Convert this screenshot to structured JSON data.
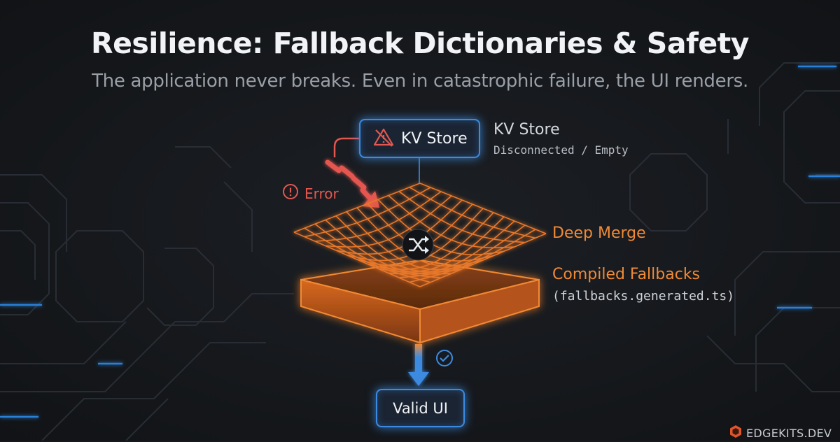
{
  "header": {
    "title": "Resilience: Fallback Dictionaries & Safety",
    "subtitle": "The application never breaks. Even in catastrophic failure, the UI renders."
  },
  "kv_store": {
    "box_label": "KV Store",
    "side_title": "KV Store",
    "status": "Disconnected / Empty"
  },
  "error": {
    "label": "Error"
  },
  "merge": {
    "label": "Deep Merge"
  },
  "fallbacks": {
    "label": "Compiled Fallbacks",
    "file": "(fallbacks.generated.ts)"
  },
  "output": {
    "label": "Valid UI"
  },
  "brand": {
    "name": "EDGEKITS.DEV"
  },
  "colors": {
    "background": "#17191d",
    "accent_blue": "#3d8be0",
    "accent_orange": "#f08a36",
    "error_red": "#e4574f",
    "text": "#f1f3f6",
    "muted": "#9aa0a8"
  },
  "icons": {
    "kv_store": "warning-slash-icon",
    "error": "alert-circle-icon",
    "merge": "shuffle-icon",
    "success": "check-circle-icon",
    "brand": "hexagon-logo-icon"
  }
}
